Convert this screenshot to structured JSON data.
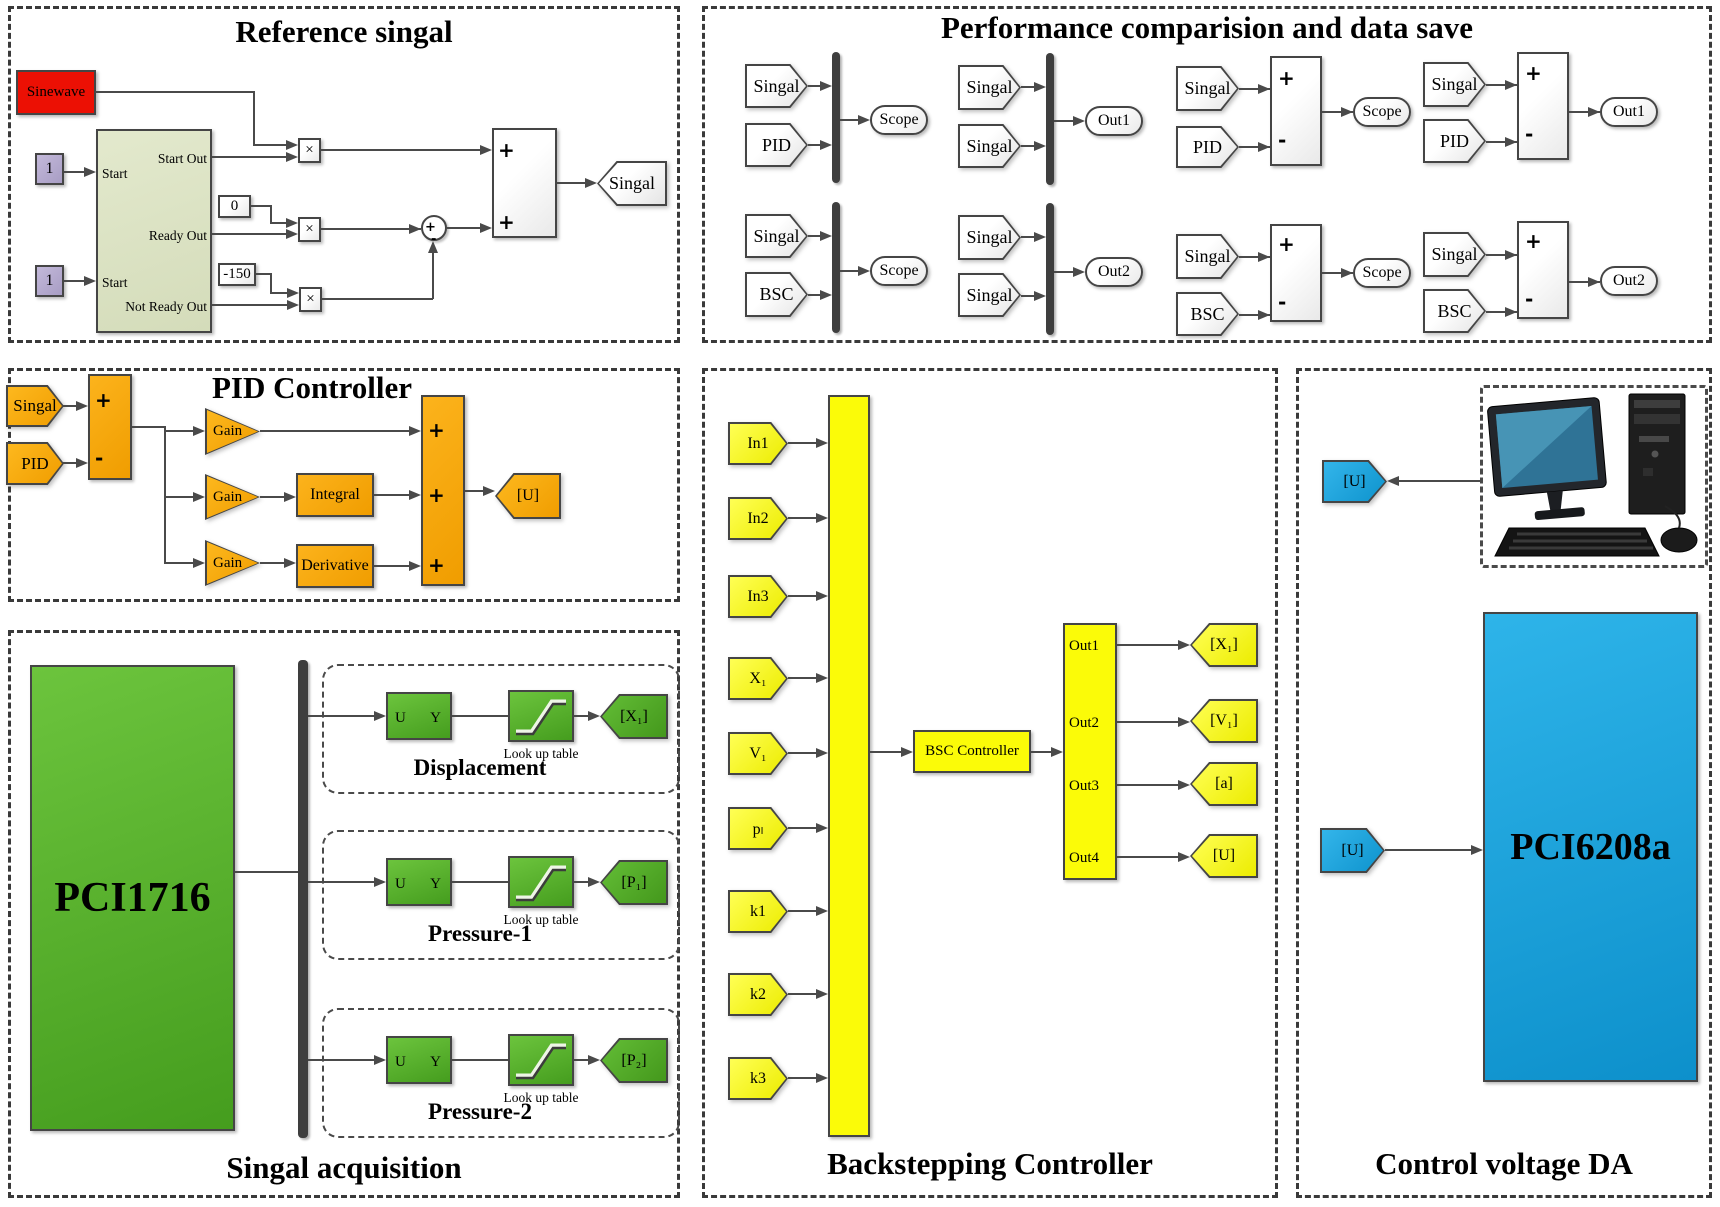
{
  "sym": {
    "plus": "+",
    "minus": "-",
    "times": "×"
  },
  "colors": {
    "red": "#ec1004",
    "purple": "#b1a6c9",
    "olive_block": "#dce3c6",
    "orange": "#f7a600",
    "yellow": "#fbfb08",
    "green": "#57b42c",
    "green_dark": "#44981c",
    "blue": "#19a6e0",
    "wire": "#4a4a4a"
  },
  "reference": {
    "title": "Reference singal",
    "sinewave": "Sinewave",
    "const_one_a": "1",
    "const_one_b": "1",
    "const_zero": "0",
    "const_neg150": "-150",
    "ports": {
      "in1": "Start",
      "in2": "Start",
      "out1": "Start Out",
      "out2": "Ready Out",
      "out3": "Not Ready Out"
    },
    "output_tag": "Singal"
  },
  "performance": {
    "title": "Performance comparision and data save",
    "singal": "Singal",
    "pid": "PID",
    "bsc": "BSC",
    "scope": "Scope",
    "out1": "Out1",
    "out2": "Out2"
  },
  "pid": {
    "title": "PID Controller",
    "input_tag": "Singal",
    "ref_tag": "PID",
    "gain": "Gain",
    "integral": "Integral",
    "derivative": "Derivative",
    "output_tag": "[U]"
  },
  "acquisition": {
    "title": "Singal acquisition",
    "device": "PCI1716",
    "u": "U",
    "y": "Y",
    "lookup": "Look up table",
    "rows": [
      {
        "name": "Displacement",
        "tag": "[X₁]"
      },
      {
        "name": "Pressure-1",
        "tag": "[P₁]"
      },
      {
        "name": "Pressure-2",
        "tag": "[P₂]"
      }
    ]
  },
  "backstepping": {
    "title": "Backstepping Controller",
    "inputs": [
      "In1",
      "In2",
      "In3",
      "X₁",
      "V₁",
      "pₗ",
      "k1",
      "k2",
      "k3"
    ],
    "controller": "BSC Controller",
    "outs": [
      "Out1",
      "Out2",
      "Out3",
      "Out4"
    ],
    "out_tags": [
      "[X₁]",
      "[V₁]",
      "[a]",
      "[U]"
    ]
  },
  "da": {
    "title": "Control voltage DA",
    "utag_top": "[U]",
    "utag_bottom": "[U]",
    "device": "PCI6208a"
  }
}
